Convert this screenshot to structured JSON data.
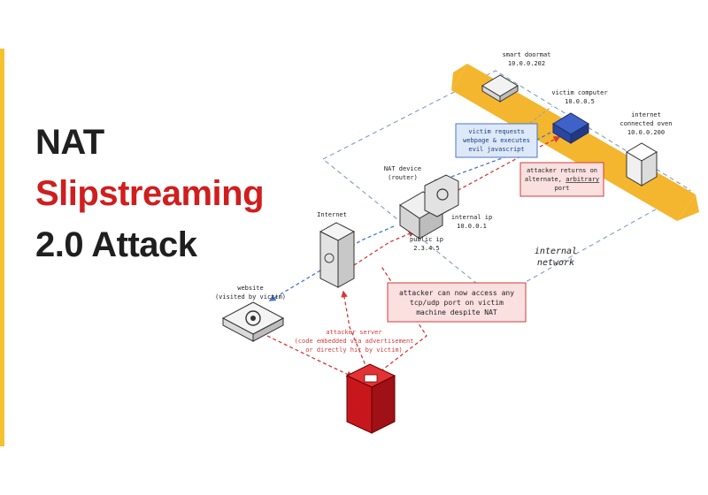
{
  "title": {
    "line1": "NAT",
    "line2": "Slipstreaming",
    "line3": "2.0 Attack"
  },
  "colors": {
    "accent_bar": "#f5c12e",
    "title_dark": "#1f1f1f",
    "title_red": "#d01e1e",
    "lan_band": "#f3b62e",
    "red_flow": "#d23c3c",
    "blue_flow": "#4a78c4",
    "note_blue_fill": "#dde8f8",
    "note_red_fill": "#fbe0e0",
    "attacker_red": "#c8171c"
  },
  "nodes": {
    "smart_doormat": {
      "name": "smart doormat",
      "ip": "10.0.0.202"
    },
    "victim_computer": {
      "name": "victim computer",
      "ip": "10.0.0.5"
    },
    "oven": {
      "name1": "internet",
      "name2": "connected oven",
      "ip": "10.0.0.200"
    },
    "nat_device": {
      "name": "NAT device",
      "sub": "(router)"
    },
    "internal_ip": {
      "label": "internal ip",
      "ip": "10.0.0.1"
    },
    "public_ip": {
      "label": "public ip",
      "ip": "2.3.4.5"
    },
    "internet": {
      "label": "Internet"
    },
    "website": {
      "label": "website",
      "sub": "(visited by victim)"
    },
    "attacker_server": {
      "line1": "attacker server",
      "line2": "(code embedded via advertisement",
      "line3": "or directly hit by victim)"
    }
  },
  "network_label": {
    "line1": "internal",
    "line2": "network"
  },
  "notes": {
    "victim_requests": {
      "line1": "victim requests",
      "line2": "webpage & executes",
      "line3": "evil javascript"
    },
    "attacker_returns": {
      "line1": "attacker returns on",
      "line2a": "alternate, ",
      "line2b": "arbitrary",
      "line3": "port"
    },
    "attacker_access": {
      "line1": "attacker can now access any",
      "line2": "tcp/udp port on victim",
      "line3": "machine despite NAT"
    }
  }
}
